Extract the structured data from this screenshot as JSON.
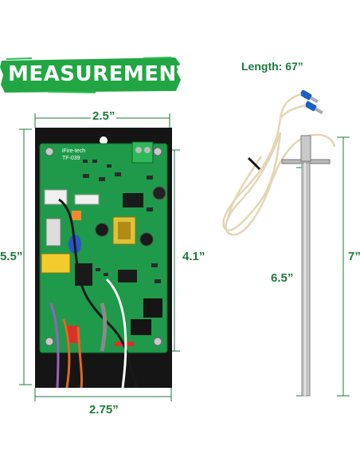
{
  "title": "MEASUREMENT",
  "dimensions": {
    "top_width": "2.5”",
    "bottom_width": "2.75”",
    "left_height": "5.5”",
    "board_height": "4.1”",
    "probe_rod": "6.5”",
    "probe_total": "7”",
    "cable_length": "Length: 67”"
  },
  "board": {
    "brand": "iFire-tech",
    "model": "TF-039"
  },
  "colors": {
    "accent_green": "#1e7a3c",
    "pcb_green": "#1f9a4a",
    "backplate": "#151515",
    "banner_green": "#22a644"
  }
}
